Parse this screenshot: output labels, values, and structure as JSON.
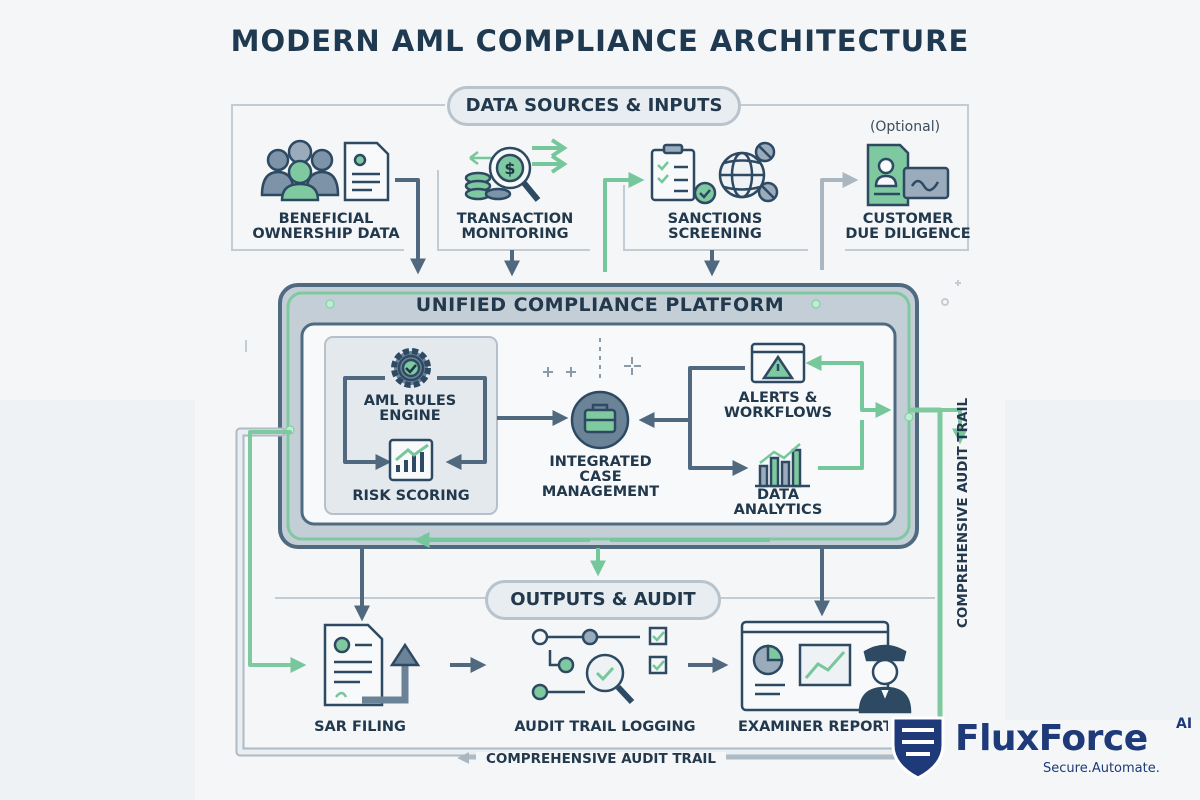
{
  "title": "MODERN AML COMPLIANCE ARCHITECTURE",
  "sections": {
    "inputs": "DATA SOURCES & INPUTS",
    "outputs": "OUTPUTS & AUDIT"
  },
  "inputs": {
    "beneficial": [
      "BENEFICIAL",
      "OWNERSHIP DATA"
    ],
    "transaction": [
      "TRANSACTION",
      "MONITORING"
    ],
    "sanctions": [
      "SANCTIONS",
      "SCREENING"
    ],
    "optional_note": "(Optional)",
    "cdd": [
      "CUSTOMER",
      "DUE DILIGENCE"
    ]
  },
  "platform": {
    "title": "UNIFIED COMPLIANCE PLATFORM",
    "rules_engine": [
      "AML RULES",
      "ENGINE"
    ],
    "risk_scoring": "RISK SCORING",
    "case_management": [
      "INTEGRATED",
      "CASE",
      "MANAGEMENT"
    ],
    "alerts": [
      "ALERTS &",
      "WORKFLOWS"
    ],
    "analytics": [
      "DATA",
      "ANALYTICS"
    ]
  },
  "outputs": {
    "sar": "SAR FILING",
    "audit_logging": "AUDIT TRAIL LOGGING",
    "examiner": "EXAMINER REPORT"
  },
  "audit_trail_side": "COMPREHENSIVE AUDIT TRAIL",
  "audit_trail_bottom": "COMPREHENSIVE AUDIT TRAIL",
  "logo": {
    "name": "FluxForce",
    "ai": "AI",
    "tagline": "Secure.Automate."
  },
  "colors": {
    "navy": "#2e4a63",
    "slate": "#6b8397",
    "green": "#7fc9a0",
    "glow": "#b9f0cf",
    "logo_blue": "#1e3a78"
  }
}
